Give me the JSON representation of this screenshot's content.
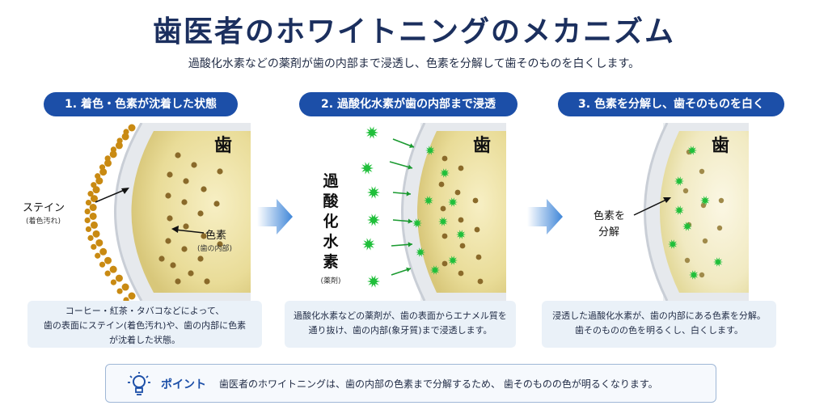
{
  "header": {
    "title": "歯医者のホワイトニングのメカニズム",
    "subtitle": "過酸化水素などの薬剤が歯の内部まで浸透し、色素を分解して歯そのものを白くします。"
  },
  "steps": [
    {
      "label": "1. 着色・色素が沈着した状態",
      "tooth_label": "歯",
      "stain_label": "ステイン",
      "stain_sub": "(着色汚れ)",
      "pigment_label": "色素",
      "pigment_sub": "(歯の内部)",
      "caption_lines": [
        "コーヒー・紅茶・タバコなどによって、",
        "歯の表面にステイン(着色汚れ)や、歯の内部に色素",
        "が沈着した状態。"
      ]
    },
    {
      "label": "2. 過酸化水素が歯の内部まで浸透",
      "tooth_label": "歯",
      "agent_chars": [
        "過",
        "酸",
        "化",
        "水",
        "素"
      ],
      "agent_sub": "(薬剤)",
      "caption_lines": [
        "過酸化水素などの薬剤が、歯の表面からエナメル質を",
        "通り抜け、歯の内部(象牙質)まで浸透します。"
      ]
    },
    {
      "label": "3. 色素を分解し、歯そのものを白く",
      "tooth_label": "歯",
      "decompose_line1": "色素を",
      "decompose_line2": "分解",
      "caption_lines": [
        "浸透した過酸化水素が、歯の内部にある色素を分解。",
        "歯そのものの色を明るくし、白くします。"
      ]
    }
  ],
  "point": {
    "label": "ポイント",
    "text": "歯医者のホワイトニングは、歯の内部の色素まで分解するため、 歯そのものの色が明るくなります。",
    "icon": "lightbulb-icon"
  },
  "colors": {
    "navy": "#1b2f5e",
    "pill_blue": "#1c4fa8",
    "stain": "#c98a12",
    "pigment": "#8a6a2a",
    "agent": "#1fbf3a",
    "arrow_blue": "#3f86d8"
  }
}
